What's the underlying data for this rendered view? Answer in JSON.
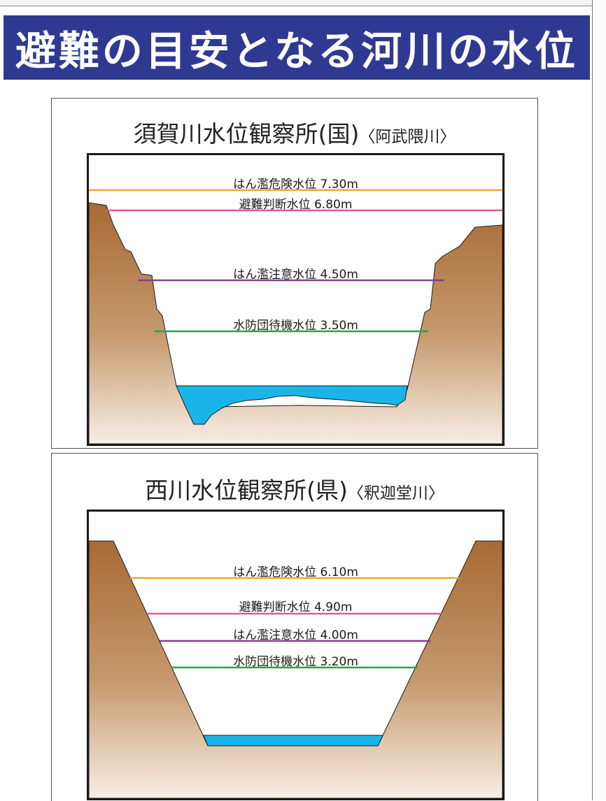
{
  "header": {
    "title": "避難の目安となる河川の水位"
  },
  "colors": {
    "banner": "#2e3a92",
    "danger": "#f0a530",
    "evacuation": "#e8559e",
    "caution": "#8e3b94",
    "standby": "#1fa84c",
    "water": "#19b5e8",
    "bank_top": "#a86a35",
    "bank_bottom": "#f7eee6"
  },
  "stations": [
    {
      "name": "須賀川水位観察所(国)",
      "river": "〈阿武隈川〉",
      "levels": [
        {
          "label": "はん濫危険水位 7.30m",
          "kind": "danger"
        },
        {
          "label": "避難判断水位 6.80m",
          "kind": "evacuation"
        },
        {
          "label": "はん濫注意水位 4.50m",
          "kind": "caution"
        },
        {
          "label": "水防団待機水位 3.50m",
          "kind": "standby"
        }
      ]
    },
    {
      "name": "西川水位観察所(県)",
      "river": "〈釈迦堂川〉",
      "levels": [
        {
          "label": "はん濫危険水位 6.10m",
          "kind": "danger"
        },
        {
          "label": "避難判断水位 4.90m",
          "kind": "evacuation"
        },
        {
          "label": "はん濫注意水位 4.00m",
          "kind": "caution"
        },
        {
          "label": "水防団待機水位 3.20m",
          "kind": "standby"
        }
      ]
    }
  ]
}
